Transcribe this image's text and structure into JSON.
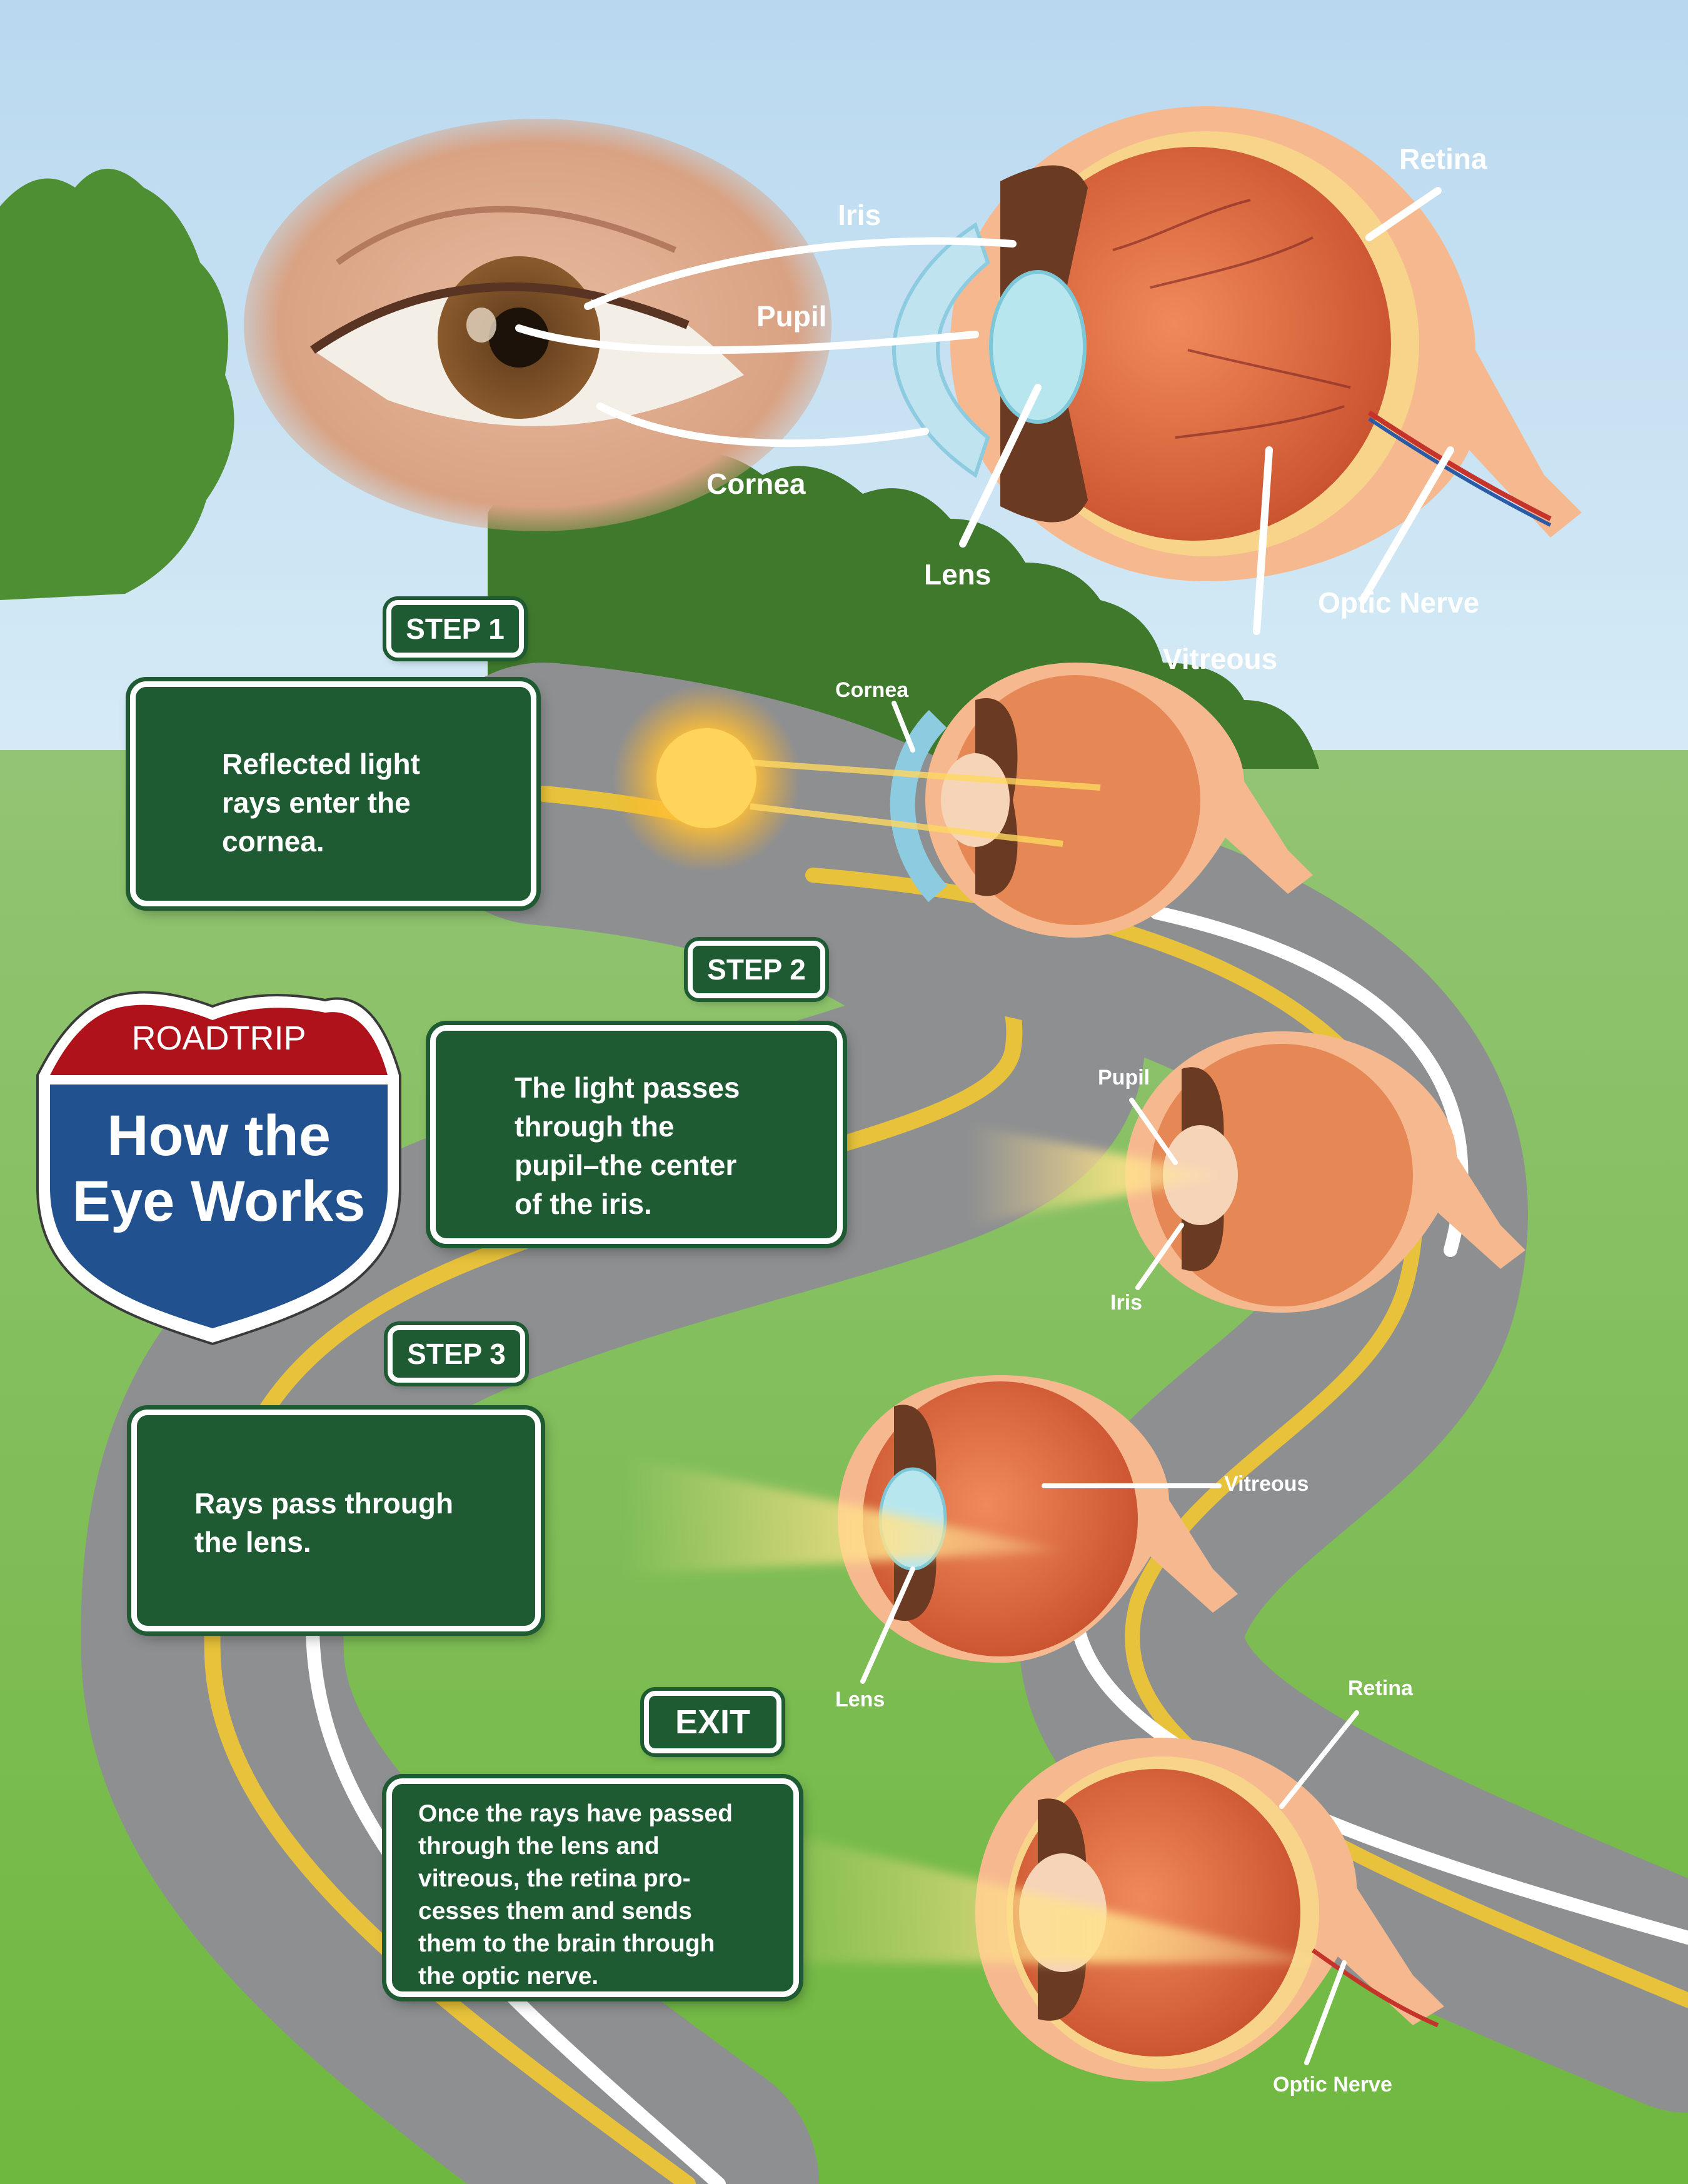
{
  "shield": {
    "top_text": "ROADTRIP",
    "title_line1": "How the",
    "title_line2": "Eye Works",
    "colors": {
      "top": "#b0121c",
      "bottom": "#22518f",
      "border": "#ffffff"
    }
  },
  "main_labels": {
    "iris": "Iris",
    "pupil": "Pupil",
    "cornea": "Cornea",
    "lens": "Lens",
    "retina": "Retina",
    "optic_nerve": "Optic Nerve",
    "vitreous": "Vitreous"
  },
  "steps": [
    {
      "tag": "STEP 1",
      "text": "Reflected light\nrays enter the\ncornea.",
      "eye_labels": [
        "Cornea"
      ]
    },
    {
      "tag": "STEP 2",
      "text": "The light passes\nthrough the\npupil–the center\nof the iris.",
      "eye_labels": [
        "Pupil",
        "Iris"
      ]
    },
    {
      "tag": "STEP 3",
      "text": "Rays pass through\nthe lens.",
      "eye_labels": [
        "Vitreous",
        "Lens"
      ]
    },
    {
      "tag": "EXIT",
      "text": "Once the rays have passed\nthrough the lens and\nvitreous, the retina pro-\ncesses them and sends\nthem to the brain through\nthe optic nerve.",
      "eye_labels": [
        "Retina",
        "Optic Nerve"
      ]
    }
  ],
  "colors": {
    "sign_green": "#1e5a32",
    "road": "#8e8f91",
    "road_stripe": "#e8c23a",
    "grass": "#7cbf4f",
    "sky": "#cfe6f3",
    "eyeball": "#e0744a",
    "sclera": "#f6b98f"
  }
}
